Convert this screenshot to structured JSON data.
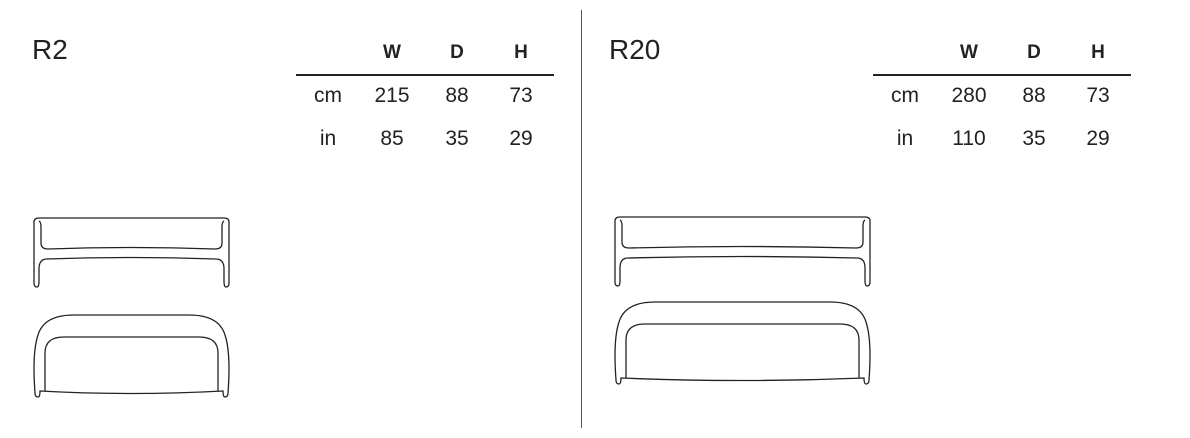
{
  "products": [
    {
      "name": "R2",
      "columns": [
        "W",
        "D",
        "H"
      ],
      "rows": [
        {
          "unit": "cm",
          "values": [
            "215",
            "88",
            "73"
          ]
        },
        {
          "unit": "in",
          "values": [
            "85",
            "35",
            "29"
          ]
        }
      ]
    },
    {
      "name": "R20",
      "columns": [
        "W",
        "D",
        "H"
      ],
      "rows": [
        {
          "unit": "cm",
          "values": [
            "280",
            "88",
            "73"
          ]
        },
        {
          "unit": "in",
          "values": [
            "110",
            "35",
            "29"
          ]
        }
      ]
    }
  ]
}
